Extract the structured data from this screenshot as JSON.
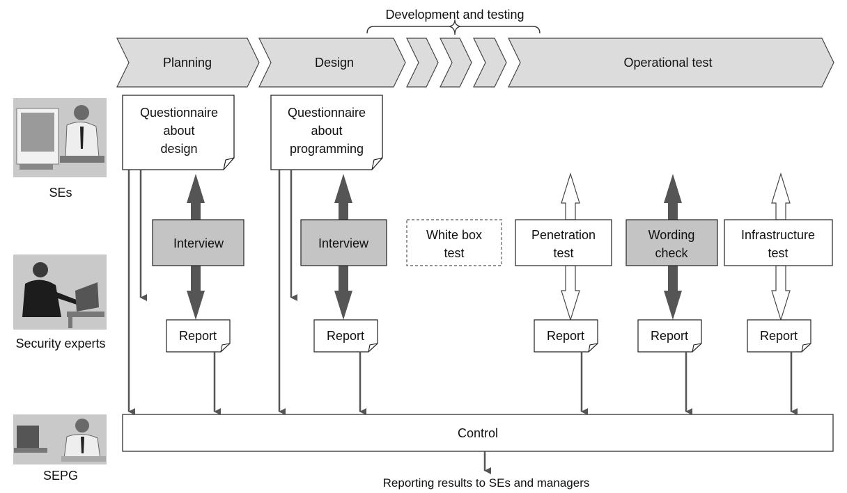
{
  "header": {
    "bracket_label": "Development and testing",
    "phases": [
      "Planning",
      "Design",
      "Operational test"
    ]
  },
  "roles": {
    "ses": "SEs",
    "security_experts": "Security experts",
    "sepg": "SEPG"
  },
  "documents": {
    "questionnaire_design": [
      "Questionnaire",
      "about",
      "design"
    ],
    "questionnaire_programming": [
      "Questionnaire",
      "about",
      "programming"
    ],
    "report": "Report"
  },
  "activities": {
    "interview": "Interview",
    "white_box": [
      "White box",
      "test"
    ],
    "penetration": [
      "Penetration",
      "test"
    ],
    "wording": [
      "Wording",
      "check"
    ],
    "infrastructure": [
      "Infrastructure",
      "test"
    ]
  },
  "control": {
    "label": "Control",
    "output": "Reporting results to SEs and managers"
  },
  "colors": {
    "phase_fill": "#dcdcdc",
    "activity_fill": "#c4c4c4",
    "arrow": "#555555",
    "line": "#333333"
  }
}
